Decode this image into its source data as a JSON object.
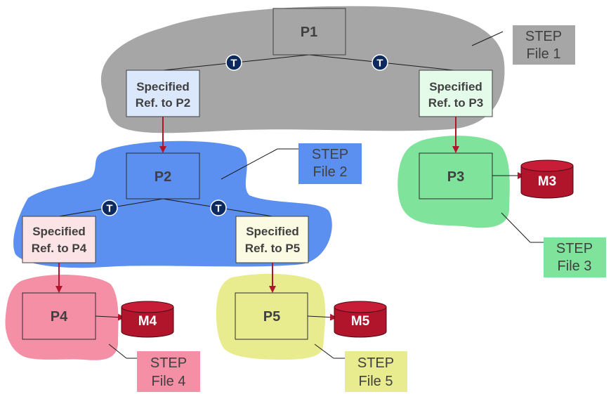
{
  "diagram": {
    "colors": {
      "file1": "#a6a6a6",
      "file2": "#5b8ff0",
      "file3": "#7fe39b",
      "file4": "#f48fa6",
      "file5": "#e8ec8e",
      "ref_p2": "#dbe8fb",
      "ref_p3": "#e5fbea",
      "ref_p4": "#fce3e6",
      "ref_p5": "#fbfbe3",
      "model": "#b0152c",
      "transform": "#0d2a5e",
      "arrow": "#b0152c"
    },
    "products": {
      "p1": "P1",
      "p2": "P2",
      "p3": "P3",
      "p4": "P4",
      "p5": "P5"
    },
    "refs": {
      "p2": {
        "line1": "Specified",
        "line2": "Ref. to P2"
      },
      "p3": {
        "line1": "Specified",
        "line2": "Ref. to P3"
      },
      "p4": {
        "line1": "Specified",
        "line2": "Ref. to P4"
      },
      "p5": {
        "line1": "Specified",
        "line2": "Ref. to P5"
      }
    },
    "models": {
      "m3": "M3",
      "m4": "M4",
      "m5": "M5"
    },
    "transform_symbol": "T",
    "files": {
      "f1": {
        "line1": "STEP",
        "line2": "File 1"
      },
      "f2": {
        "line1": "STEP",
        "line2": "File 2"
      },
      "f3": {
        "line1": "STEP",
        "line2": "File 3"
      },
      "f4": {
        "line1": "STEP",
        "line2": "File 4"
      },
      "f5": {
        "line1": "STEP",
        "line2": "File 5"
      }
    }
  }
}
